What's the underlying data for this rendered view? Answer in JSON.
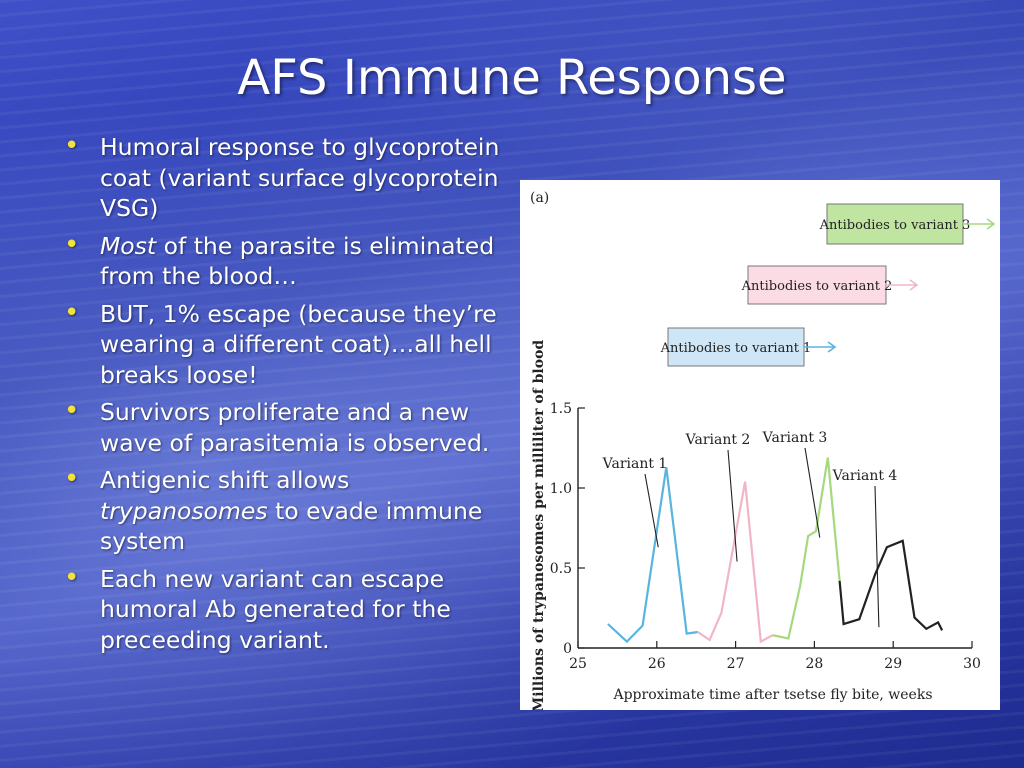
{
  "slide": {
    "title": "AFS Immune Response",
    "bullets": [
      {
        "segments": [
          {
            "text": "Humoral response to glycoprotein coat (variant surface glycoprotein VSG)",
            "italic": false
          }
        ]
      },
      {
        "segments": [
          {
            "text": "Most",
            "italic": true
          },
          {
            "text": " of the parasite is eliminated from the blood…",
            "italic": false
          }
        ]
      },
      {
        "segments": [
          {
            "text": "BUT, 1% escape (because they’re wearing a different coat)…all hell breaks loose!",
            "italic": false
          }
        ]
      },
      {
        "segments": [
          {
            "text": "Survivors proliferate and a new wave of parasitemia is observed.",
            "italic": false
          }
        ]
      },
      {
        "segments": [
          {
            "text": "Antigenic shift allows ",
            "italic": false
          },
          {
            "text": "trypanosomes",
            "italic": true
          },
          {
            "text": " to evade immune system",
            "italic": false
          }
        ]
      },
      {
        "segments": [
          {
            "text": "Each new variant can escape humoral Ab generated for the preceeding variant.",
            "italic": false
          }
        ]
      }
    ],
    "bullet_color": "#f2e23a"
  },
  "chart_data": {
    "type": "line",
    "panel_label": "(a)",
    "xlabel": "Approximate time after tsetse fly bite, weeks",
    "ylabel": "Millions of trypanosomes per milliliter of blood",
    "xlim": [
      25,
      30
    ],
    "ylim": [
      0,
      1.5
    ],
    "x_ticks": [
      "25",
      "26",
      "27",
      "28",
      "29",
      "30"
    ],
    "y_ticks": [
      "0",
      "0.5",
      "1.0",
      "1.5"
    ],
    "series": [
      {
        "name": "Variant 1",
        "color": "#5ab4e0",
        "x": [
          25.38,
          25.62,
          25.82,
          26.12,
          26.38,
          26.52
        ],
        "y": [
          0.15,
          0.04,
          0.14,
          1.13,
          0.09,
          0.1
        ]
      },
      {
        "name": "Variant 2",
        "color": "#f0b6c6",
        "x": [
          26.52,
          26.67,
          26.82,
          27.12,
          27.32,
          27.47
        ],
        "y": [
          0.1,
          0.05,
          0.22,
          1.04,
          0.04,
          0.08
        ]
      },
      {
        "name": "Variant 3",
        "color": "#a6d97e",
        "x": [
          27.47,
          27.67,
          27.82,
          27.92,
          28.02,
          28.17,
          28.32
        ],
        "y": [
          0.08,
          0.06,
          0.39,
          0.7,
          0.73,
          1.19,
          0.42
        ]
      },
      {
        "name": "Variant 4",
        "color": "#222222",
        "x": [
          28.32,
          28.37,
          28.57,
          28.77,
          28.92,
          29.12,
          29.27,
          29.42,
          29.57,
          29.62
        ],
        "y": [
          0.42,
          0.15,
          0.18,
          0.46,
          0.63,
          0.67,
          0.19,
          0.12,
          0.16,
          0.11
        ]
      }
    ],
    "annotations": [
      {
        "text": "Variant 1",
        "series": 0,
        "peak": [
          26.12,
          1.13
        ]
      },
      {
        "text": "Variant 2",
        "series": 1,
        "peak": [
          27.12,
          1.04
        ]
      },
      {
        "text": "Variant 3",
        "series": 2,
        "peak": [
          28.17,
          1.19
        ]
      },
      {
        "text": "Variant 4",
        "series": 3,
        "peak": [
          28.92,
          0.63
        ]
      }
    ],
    "antibody_boxes": [
      {
        "text": "Antibodies to variant 1",
        "fill": "#cfe6f7",
        "arrow_color": "#5ab4e0"
      },
      {
        "text": "Antibodies to variant 2",
        "fill": "#fbdce4",
        "arrow_color": "#f0b6c6"
      },
      {
        "text": "Antibodies to variant 3",
        "fill": "#bfe5a0",
        "arrow_color": "#a6d97e"
      }
    ]
  }
}
